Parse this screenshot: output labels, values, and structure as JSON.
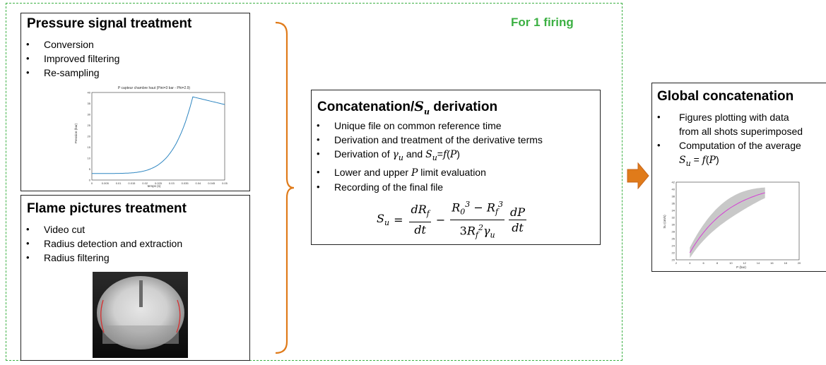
{
  "section_label": "For 1 firing",
  "pressure_box": {
    "title": "Pressure signal treatment",
    "items": [
      "Conversion",
      "Improved filtering",
      "Re-sampling"
    ],
    "plot": {
      "title": "P capteur chambre haut (Pini=3 bar - Phi=2.9)",
      "xlabel": "temps (s)",
      "ylabel": "Pression (bar)",
      "x_ticks": [
        "0",
        "0.005",
        "0.01",
        "0.015",
        "0.02",
        "0.025",
        "0.03",
        "0.035",
        "0.04",
        "0.045",
        "0.05"
      ],
      "y_ticks": [
        "0",
        "5",
        "10",
        "15",
        "20",
        "25",
        "30",
        "35",
        "40"
      ]
    }
  },
  "flame_box": {
    "title": "Flame pictures treatment",
    "items": [
      "Video cut",
      "Radius detection and extraction",
      "Radius filtering"
    ]
  },
  "concat_box": {
    "title_prefix": "Concatenation/",
    "title_sym": "S",
    "title_sub": "u",
    "title_suffix": " derivation",
    "items": {
      "i1": "Unique file on common reference time",
      "i2": "Derivation and treatment of the derivative terms",
      "i3_a": "Derivation of ",
      "i3_b": " and ",
      "i3_c": "=",
      "i4_a": "Lower and upper ",
      "i4_b": " limit evaluation",
      "i5": "Recording of the final file"
    }
  },
  "global_box": {
    "title": "Global concatenation",
    "item1_line1": "Figures plotting with data",
    "item1_line2": "from all shots superimposed",
    "item2_line1": "Computation of the average",
    "plot": {
      "xlabel": "P (bar)",
      "ylabel": "Su (cm/s)",
      "x_ticks": [
        "2",
        "4",
        "6",
        "8",
        "10",
        "12",
        "14",
        "16",
        "18",
        "20"
      ],
      "y_ticks": [
        "20",
        "22",
        "24",
        "26",
        "28",
        "30",
        "32",
        "34",
        "36",
        "38",
        "40",
        "42"
      ]
    }
  },
  "colors": {
    "dashed_border": "#3cb043",
    "brace": "#e07b1a",
    "arrow": "#e07b1a",
    "pressure_line": "#2e86c1",
    "mean_line": "#d43fd4",
    "band": "#c8c8c8",
    "flame_edge": "#d63030"
  }
}
